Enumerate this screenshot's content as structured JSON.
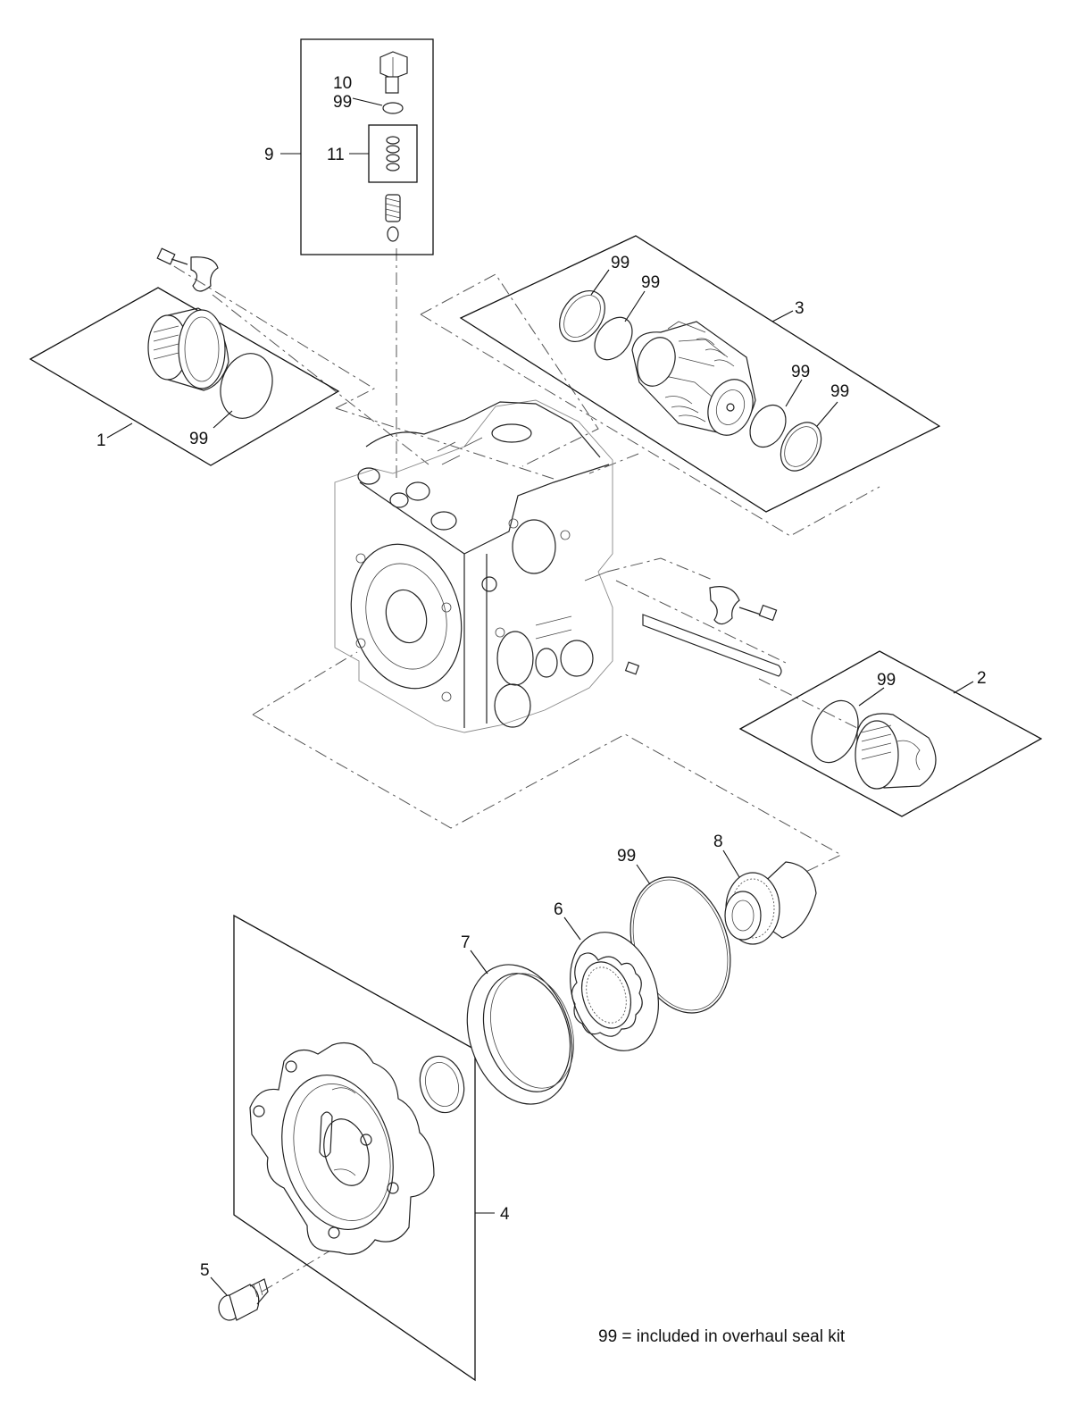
{
  "callouts": {
    "c1": "1",
    "c2": "2",
    "c3": "3",
    "c4": "4",
    "c5": "5",
    "c6": "6",
    "c7": "7",
    "c8": "8",
    "c9": "9",
    "c10": "10",
    "c11": "11",
    "c99_top": "99",
    "c99_left": "99",
    "c99_b3a": "99",
    "c99_b3b": "99",
    "c99_b3c": "99",
    "c99_b3d": "99",
    "c99_b2": "99",
    "c99_bottom": "99"
  },
  "note": "99 = included in overhaul seal kit"
}
